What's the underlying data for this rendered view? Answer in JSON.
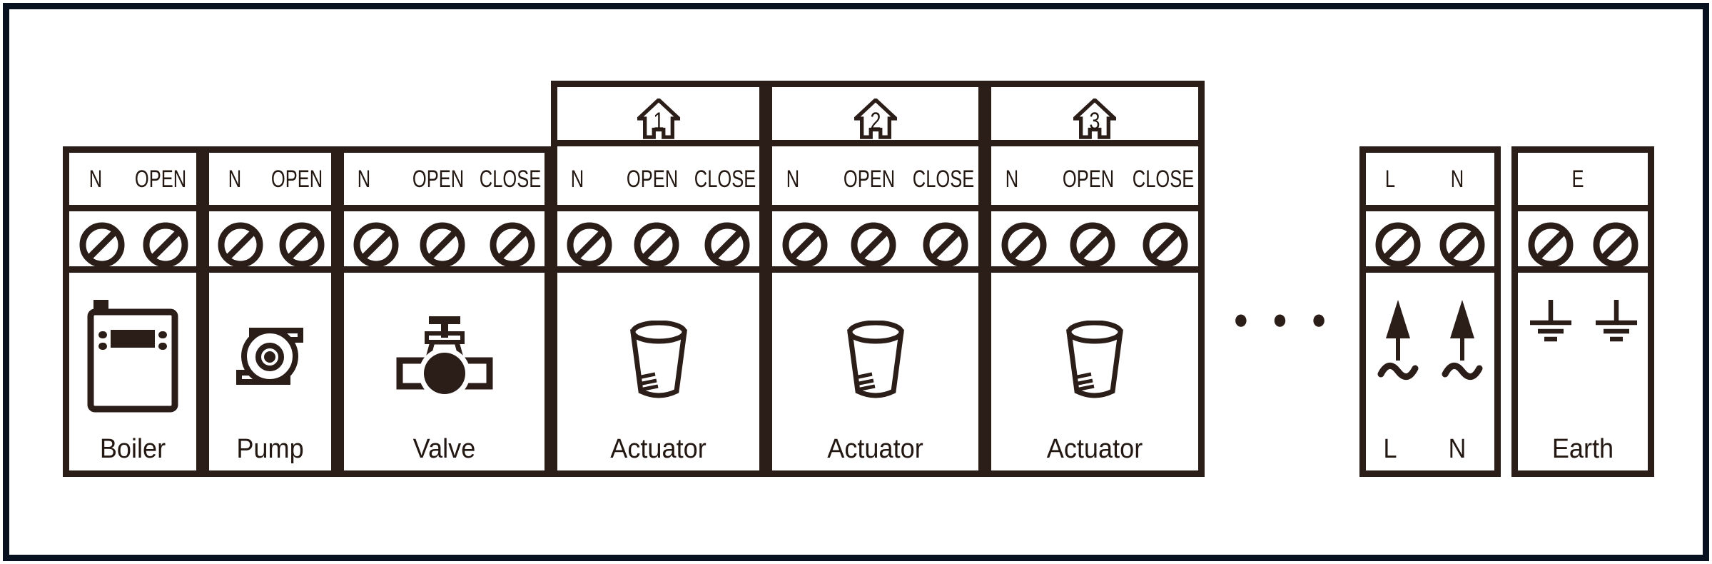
{
  "colors": {
    "line_color": "#2b1d18",
    "outer_border_color": "#081120",
    "background": "#ffffff",
    "text_color": "#231712"
  },
  "blocks": [
    {
      "id": "boiler",
      "device_label": "Boiler",
      "terminal_labels": [
        "N",
        "OPEN"
      ],
      "terminal_count": 2,
      "icon": "boiler-icon"
    },
    {
      "id": "pump",
      "device_label": "Pump",
      "terminal_labels": [
        "N",
        "OPEN"
      ],
      "terminal_count": 2,
      "icon": "pump-icon"
    },
    {
      "id": "valve",
      "device_label": "Valve",
      "terminal_labels": [
        "N",
        "OPEN",
        "CLOSE"
      ],
      "terminal_count": 3,
      "icon": "valve-icon"
    },
    {
      "id": "actuator-1",
      "zone_number": "1",
      "device_label": "Actuator",
      "terminal_labels": [
        "N",
        "OPEN",
        "CLOSE"
      ],
      "terminal_count": 3,
      "icon": "actuator-icon"
    },
    {
      "id": "actuator-2",
      "zone_number": "2",
      "device_label": "Actuator",
      "terminal_labels": [
        "N",
        "OPEN",
        "CLOSE"
      ],
      "terminal_count": 3,
      "icon": "actuator-icon"
    },
    {
      "id": "actuator-3",
      "zone_number": "3",
      "device_label": "Actuator",
      "terminal_labels": [
        "N",
        "OPEN",
        "CLOSE"
      ],
      "terminal_count": 3,
      "icon": "actuator-icon"
    }
  ],
  "ellipsis": {
    "dots": [
      "●",
      "●",
      "●"
    ]
  },
  "power_block": {
    "id": "mains-supply",
    "top_labels": [
      "L",
      "N"
    ],
    "bottom_labels": [
      "L",
      "N"
    ],
    "icon": "ac-supply-arrow-icon"
  },
  "earth_block": {
    "id": "earth",
    "top_label": "E",
    "device_label": "Earth",
    "icon": "earth-symbol-icon"
  }
}
